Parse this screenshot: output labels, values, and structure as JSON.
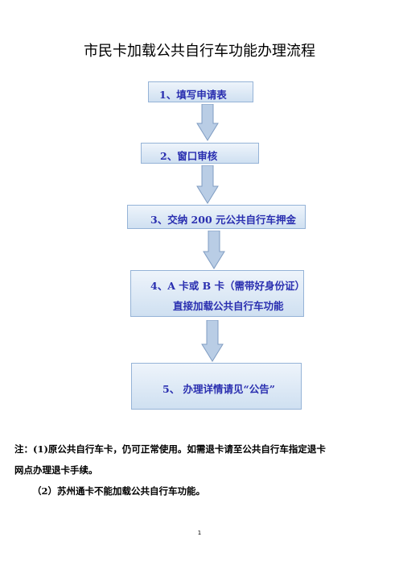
{
  "title": "市民卡加载公共自行车功能办理流程",
  "steps": [
    {
      "label": "1、填写申请表"
    },
    {
      "label": "2、窗口审核"
    },
    {
      "label": "3、交纳 200 元公共自行车押金"
    },
    {
      "label_line1": "4、A 卡或 B 卡（需带好身份证）",
      "label_line2": "直接加载公共自行车功能"
    },
    {
      "label": "5、 办理详情请见“公告”"
    }
  ],
  "notes": {
    "line1": "注：(1)原公共自行车卡，仍可正常使用。如需退卡请至公共自行车指定退卡",
    "line2": "网点办理退卡手续。",
    "line3": "（2）苏州通卡不能加载公共自行车功能。"
  },
  "page_number": "1",
  "colors": {
    "box_text": "#2a2fb0",
    "box_border": "#95b3d7",
    "box_fill_top": "#eef4fb",
    "box_fill_bottom": "#cfe0f1",
    "arrow_fill": "#b9cde5",
    "arrow_stroke": "#7f9cc2"
  }
}
